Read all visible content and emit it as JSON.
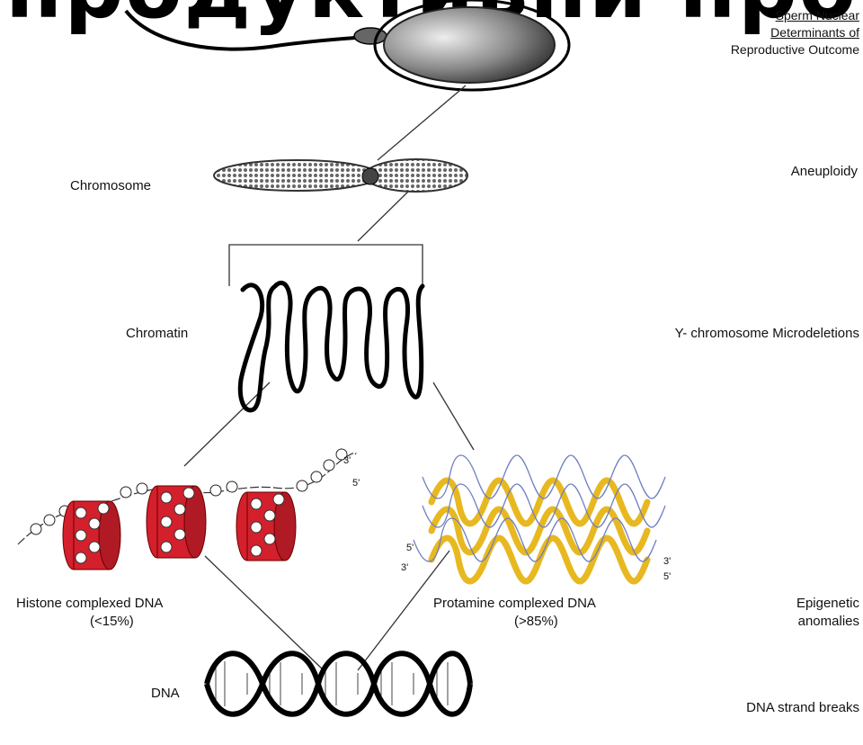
{
  "slide": {
    "title": "продуктивни про"
  },
  "header": {
    "line1": "Sperm Nuclear",
    "line2": "Determinants of",
    "line3": "Reproductive Outcome"
  },
  "levels": {
    "chromosome": "Chromosome",
    "chromatin": "Chromatin",
    "dna": "DNA"
  },
  "outcomes": {
    "aneuploidy": "Aneuploidy",
    "microdeletions": "Y- chromosome Microdeletions",
    "epigenetic_1": "Epigenetic",
    "epigenetic_2": "anomalies",
    "strand_breaks": "DNA strand breaks"
  },
  "complexes": {
    "histone_label": "Histone complexed DNA",
    "histone_pct": "(<15%)",
    "protamine_label": "Protamine complexed DNA",
    "protamine_pct": "(>85%)"
  },
  "strand_ends": {
    "three_prime": "3'",
    "five_prime": "5'"
  },
  "colors": {
    "histone": "#d4202c",
    "protamine": "#e8b820",
    "strand": "#7080c0",
    "sperm_head": "#555555"
  }
}
